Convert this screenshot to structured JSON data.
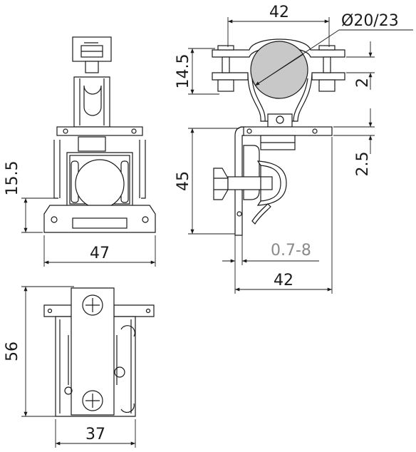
{
  "dimensions": {
    "front_width": "47",
    "front_height": "15.5",
    "bottom_height": "56",
    "bottom_width": "37",
    "side_top_width": "42",
    "side_diameter": "Ø20/23",
    "side_clamp_height": "14.5",
    "side_strip_thickness": "2",
    "side_height": "45",
    "side_plate_thickness": "2.5",
    "side_range": "0.7-8",
    "side_base_width": "42"
  },
  "colors": {
    "line": "#1a1a1a",
    "pipe_fill": "#c8c8c8",
    "range_text": "#8a8a8a"
  }
}
